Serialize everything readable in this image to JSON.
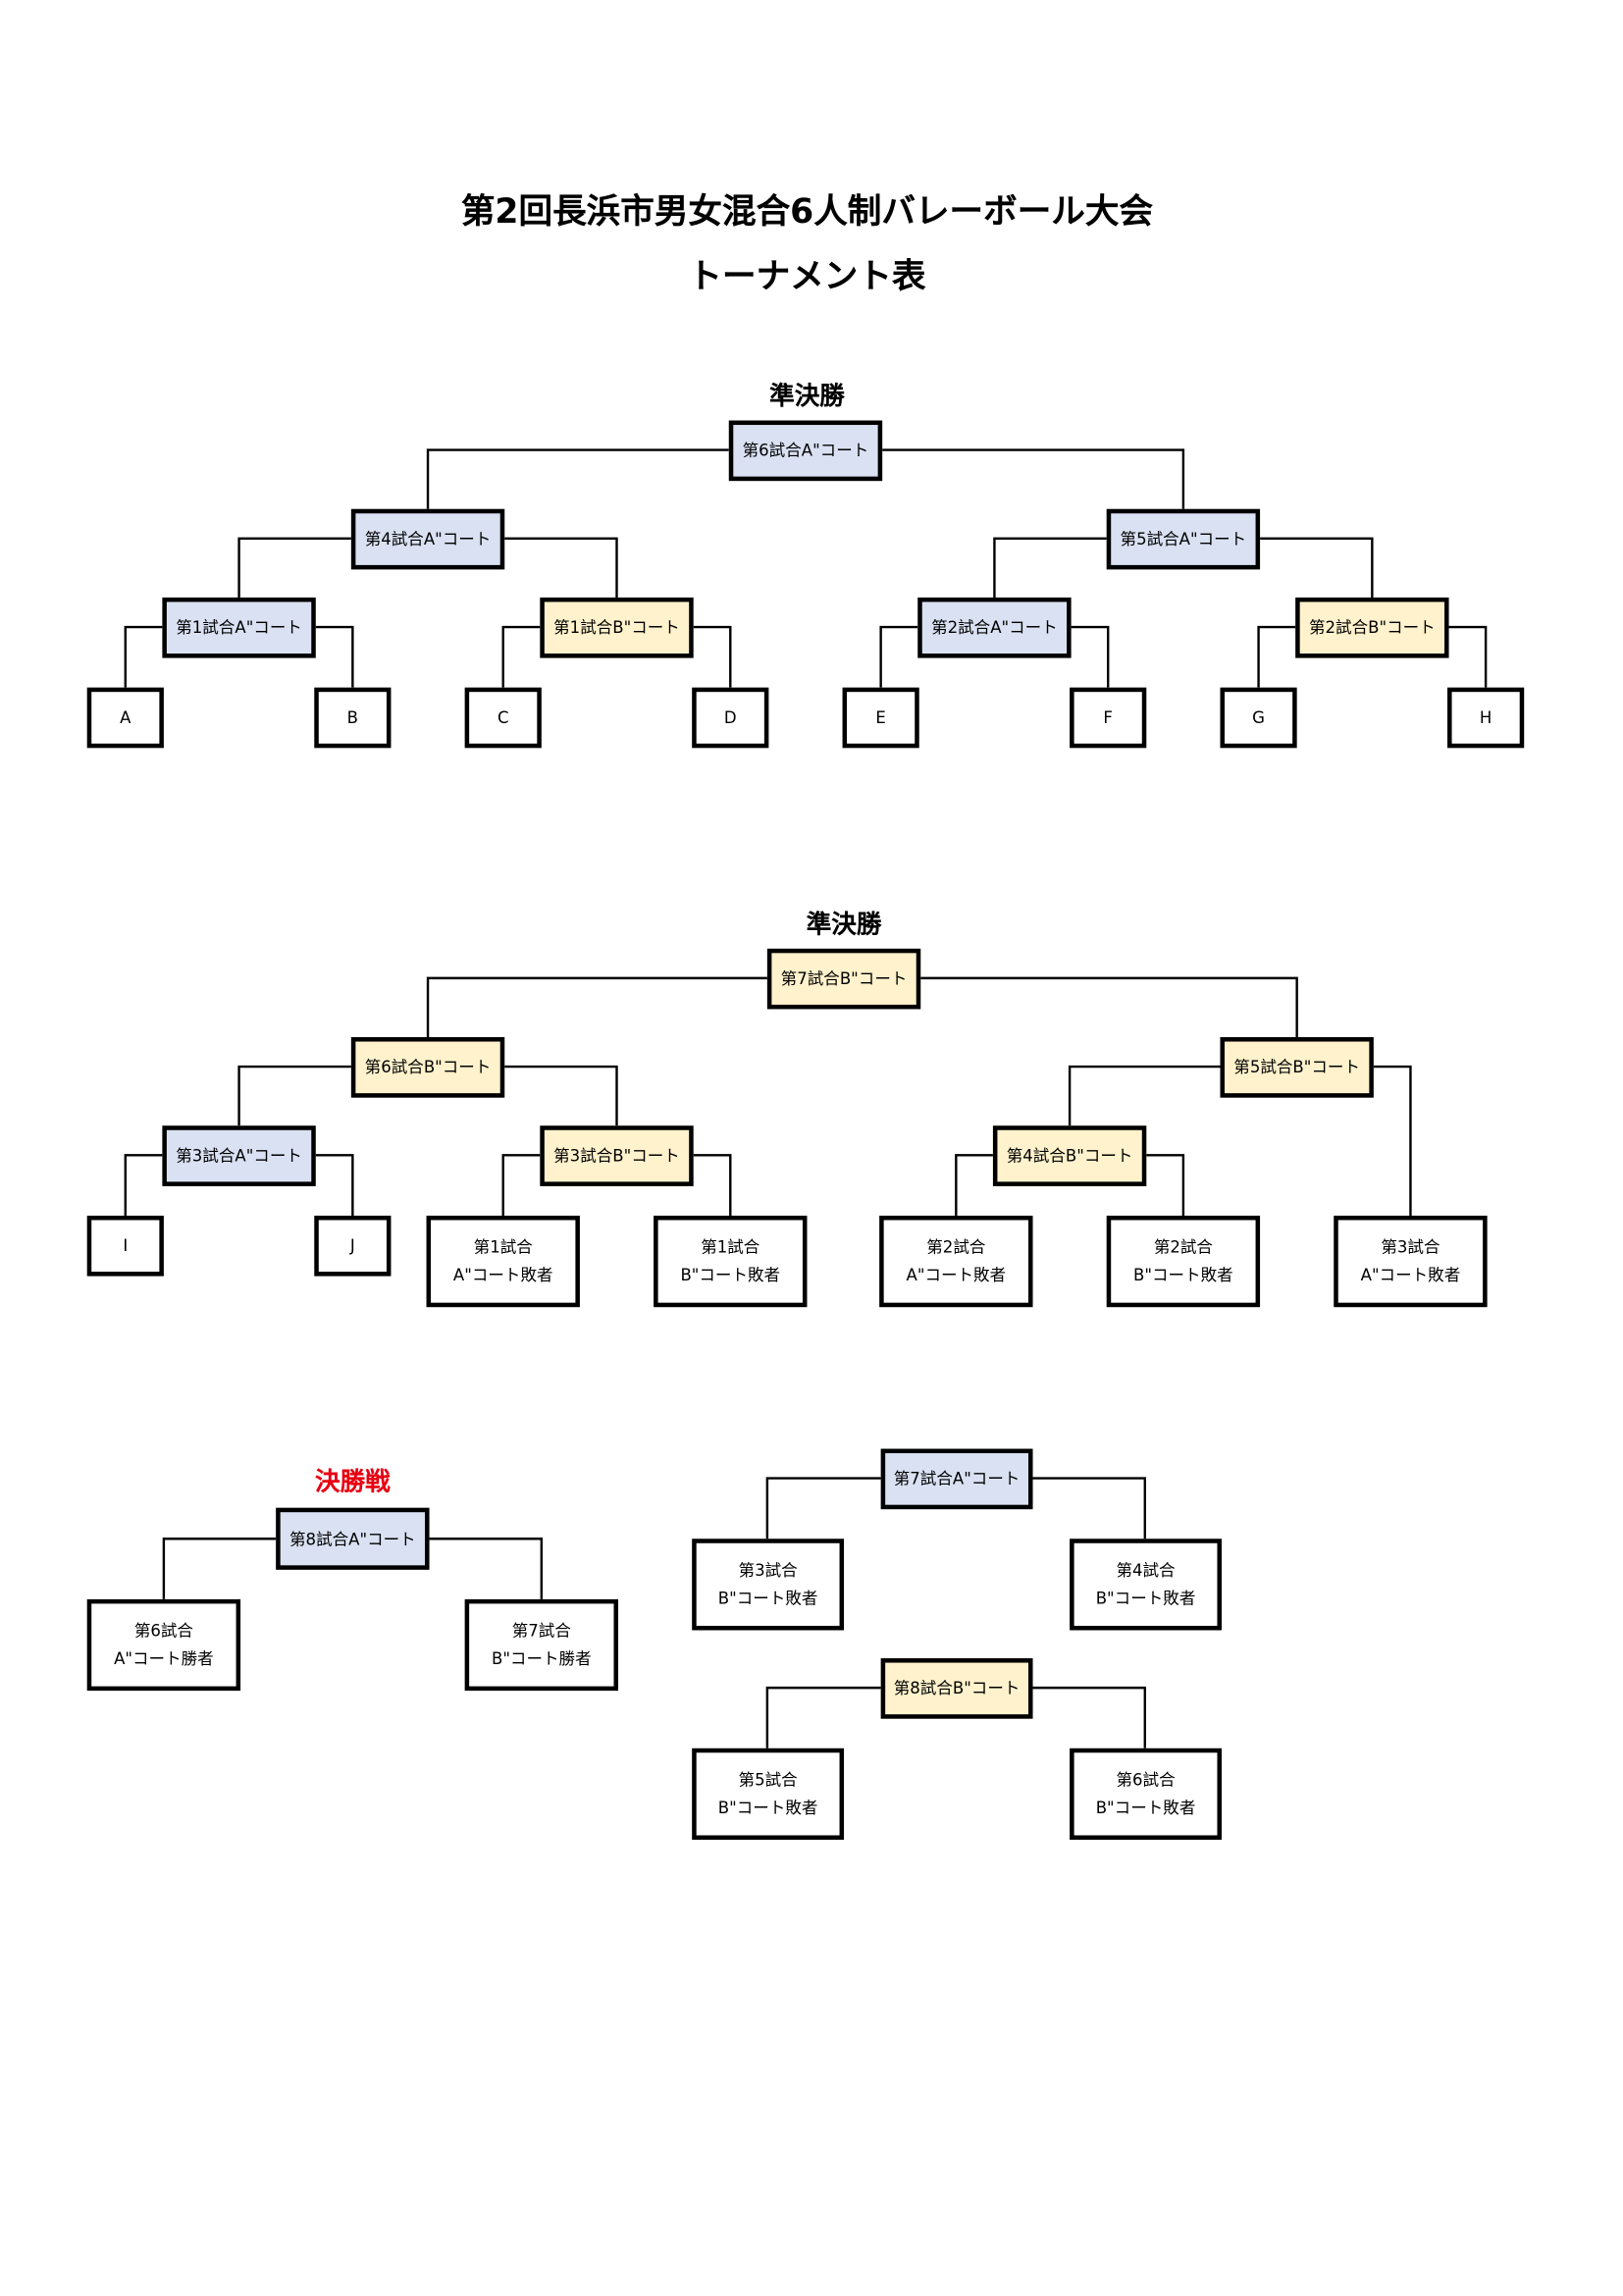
{
  "title_line1": "第2回長浜市男女混合6人制バレーボール大会",
  "title_line2": "トーナメント表",
  "colors": {
    "a_court": "#d9e1f2",
    "b_court": "#fff2cc",
    "final_heading": "#e60012"
  },
  "bracket1": {
    "heading": "準決勝",
    "top": "第6試合A\"コート",
    "semi_left": "第4試合A\"コート",
    "semi_right": "第5試合A\"コート",
    "q1": "第1試合A\"コート",
    "q2": "第1試合B\"コート",
    "q3": "第2試合A\"コート",
    "q4": "第2試合B\"コート",
    "teams": [
      "A",
      "B",
      "C",
      "D",
      "E",
      "F",
      "G",
      "H"
    ]
  },
  "bracket2": {
    "heading": "準決勝",
    "top": "第7試合B\"コート",
    "semi_left": "第6試合B\"コート",
    "semi_right": "第5試合B\"コート",
    "q1": "第3試合A\"コート",
    "q2": "第3試合B\"コート",
    "q3": "第4試合B\"コート",
    "teams": [
      "I",
      "J"
    ],
    "losers": [
      {
        "line1": "第1試合",
        "line2": "A\"コート敗者"
      },
      {
        "line1": "第1試合",
        "line2": "B\"コート敗者"
      },
      {
        "line1": "第2試合",
        "line2": "A\"コート敗者"
      },
      {
        "line1": "第2試合",
        "line2": "B\"コート敗者"
      },
      {
        "line1": "第3試合",
        "line2": "A\"コート敗者"
      }
    ]
  },
  "final": {
    "heading": "決勝戦",
    "match": "第8試合A\"コート",
    "left": {
      "line1": "第6試合",
      "line2": "A\"コート勝者"
    },
    "right": {
      "line1": "第7試合",
      "line2": "B\"コート勝者"
    }
  },
  "consolation1": {
    "match": "第7試合A\"コート",
    "left": {
      "line1": "第3試合",
      "line2": "B\"コート敗者"
    },
    "right": {
      "line1": "第4試合",
      "line2": "B\"コート敗者"
    }
  },
  "consolation2": {
    "match": "第8試合B\"コート",
    "left": {
      "line1": "第5試合",
      "line2": "B\"コート敗者"
    },
    "right": {
      "line1": "第6試合",
      "line2": "B\"コート敗者"
    }
  }
}
